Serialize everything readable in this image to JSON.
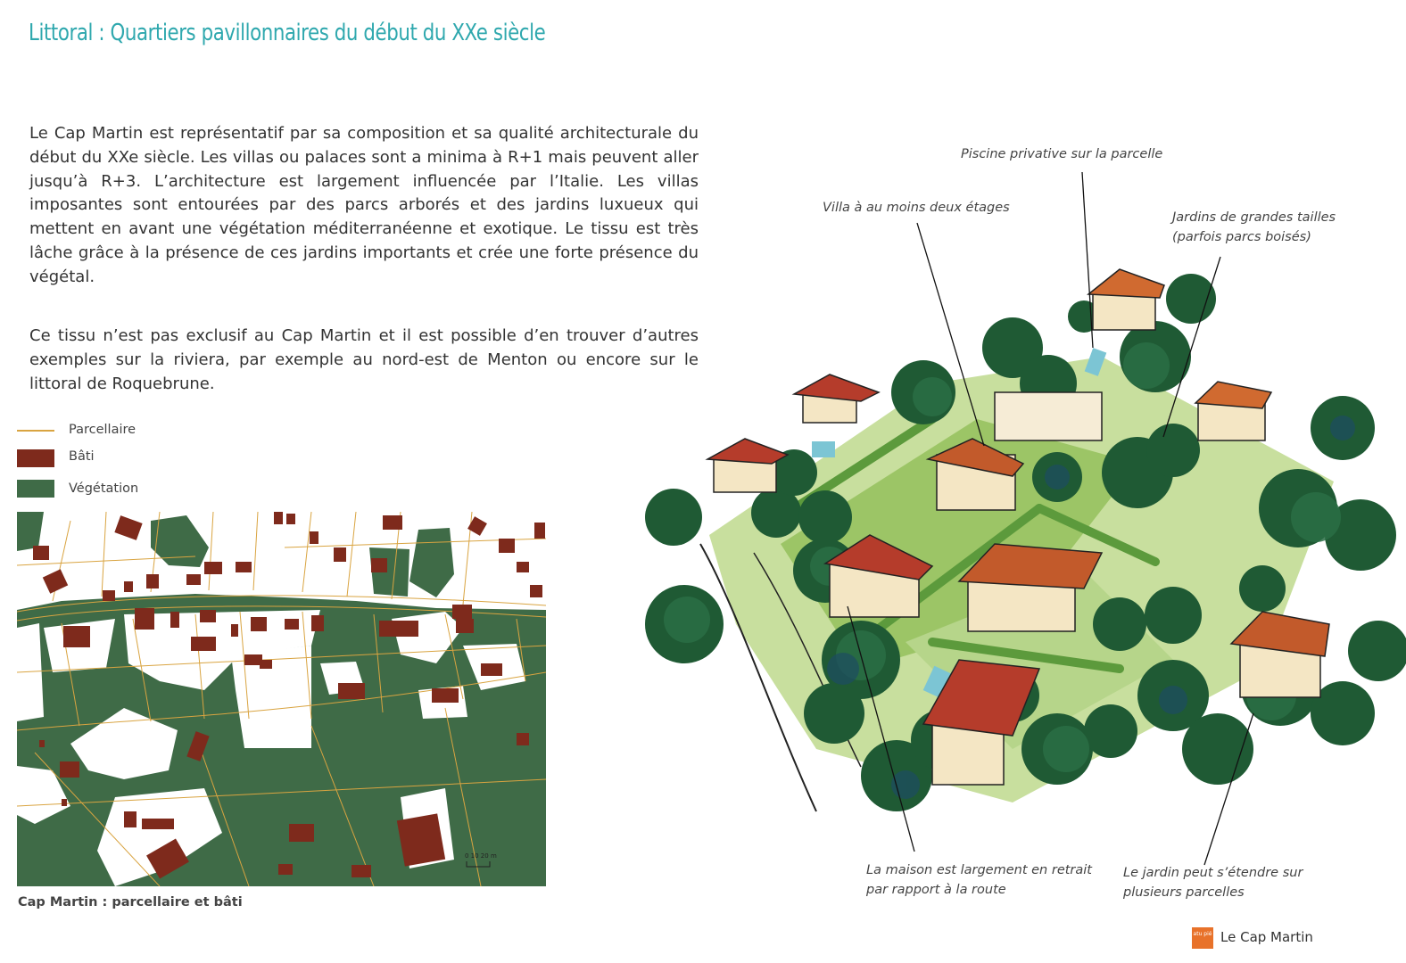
{
  "page": {
    "title": "Littoral : Quartiers pavillonnaires du début du XXe siècle",
    "paragraphs": [
      "Le Cap Martin est représentatif par sa composition et sa qualité architecturale du début du XXe siècle. Les villas ou palaces sont a minima à R+1 mais peuvent aller jusqu’à R+3. L’architecture est largement influencée par l’Italie. Les villas imposantes sont entourées par des parcs arborés et des jardins luxueux qui mettent en avant une végétation méditerranéenne et exotique. Le tissu est très lâche grâce à la présence de ces jardins importants et crée une forte présence du végétal.",
      "Ce tissu n’est pas exclusif au Cap Martin et il est possible d’en trouver d’autres exemples sur la riviera, par exemple au nord-est de Menton ou encore sur le littoral de Roquebrune."
    ]
  },
  "legend": {
    "items": [
      {
        "label": "Parcellaire",
        "color": "#d9a441"
      },
      {
        "label": "Bâti",
        "color": "#7e2a1c"
      },
      {
        "label": "Végétation",
        "color": "#3f6b47"
      }
    ]
  },
  "map": {
    "caption": "Cap Martin : parcellaire et bâti",
    "scale_label": "0  10  20 m"
  },
  "illustration": {
    "annotations": [
      "Piscine privative sur la parcelle",
      "Villa à au moins deux étages",
      "Jardins de grandes tailles",
      "(parfois parcs boisés)",
      "La maison est largement en retrait",
      "par rapport à la route",
      "Le jardin peut s’étendre sur",
      "plusieurs parcelles"
    ]
  },
  "footer": {
    "logo_text": "atu pié",
    "label": "Le Cap Martin",
    "logo_color": "#e8722a"
  }
}
